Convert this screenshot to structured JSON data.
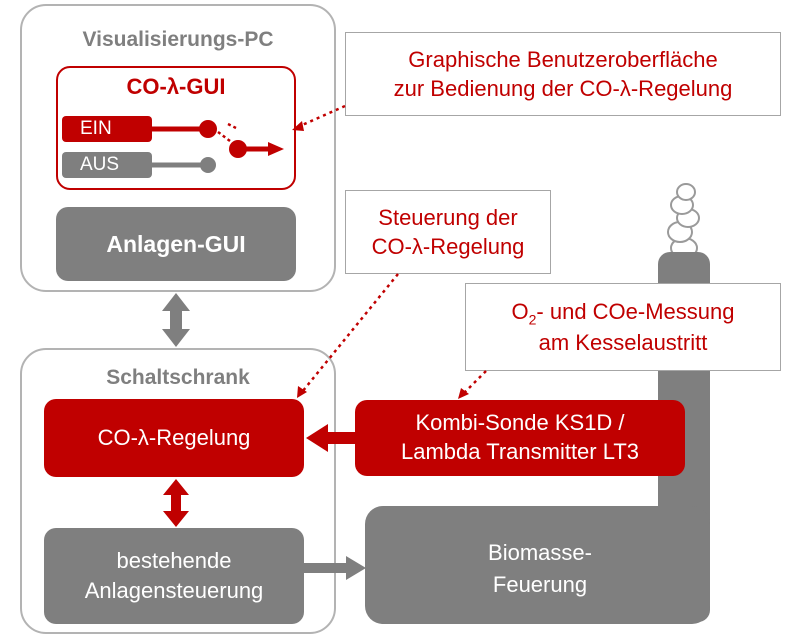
{
  "colors": {
    "accent_red": "#c00000",
    "gray": "#7f7f7f",
    "border_gray": "#b3b3b3",
    "text_gray": "#7f7f7f"
  },
  "visualisierungs_pc": {
    "title": "Visualisierungs-PC",
    "gui": {
      "title": "CO-λ-GUI",
      "ein_label": "EIN",
      "aus_label": "AUS"
    },
    "anlagen_gui_label": "Anlagen-GUI"
  },
  "schaltschrank": {
    "title": "Schaltschrank",
    "regelung_label": "CO-λ-Regelung",
    "anlagensteuerung_label": "bestehende\nAnlagensteuerung"
  },
  "callouts": {
    "gui_description": "Graphische Benutzeroberfläche\nzur Bedienung der CO-λ-Regelung",
    "steuerung": "Steuerung der\nCO-λ-Regelung",
    "messung_o2": "O",
    "messung_o2_sub": "2",
    "messung_rest": "- und COe-Messung",
    "messung_line2": "am Kesselaustritt"
  },
  "sonde_label": "Kombi-Sonde KS1D /\nLambda Transmitter LT3",
  "biomasse_label": "Biomasse-\nFeuerung"
}
